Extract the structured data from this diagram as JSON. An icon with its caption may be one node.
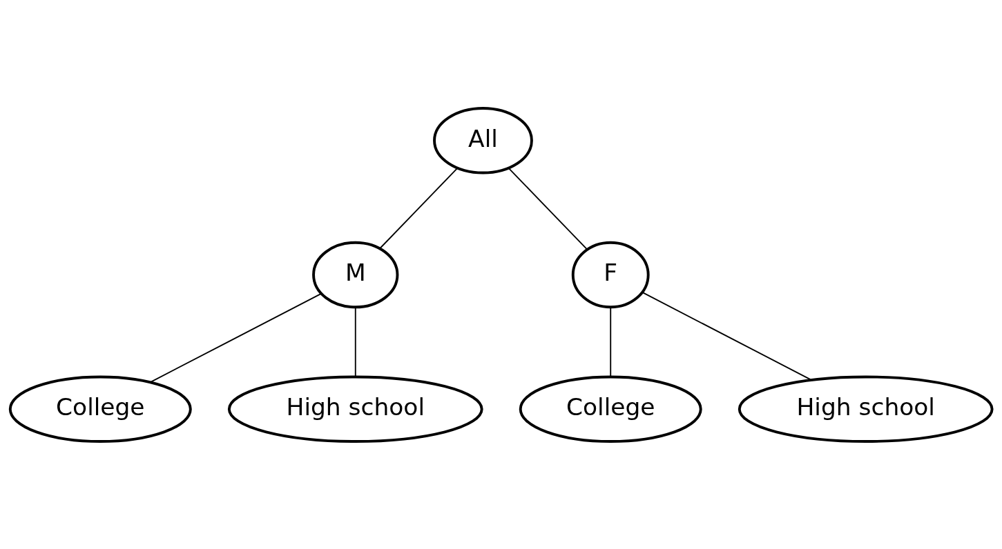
{
  "diagram": {
    "nodes": [
      {
        "text": [
          "All"
        ]
      },
      {
        "text": [
          "M"
        ]
      },
      {
        "text": [
          "F"
        ]
      },
      {
        "text": [
          "College"
        ]
      },
      {
        "text": [
          "High school"
        ]
      },
      {
        "text": [
          "College"
        ]
      },
      {
        "text": [
          "High school"
        ]
      }
    ],
    "edges": [
      {
        "from": 0,
        "to": 1,
        "arrow": "none"
      },
      {
        "from": 0,
        "to": 2,
        "arrow": "none"
      },
      {
        "from": 1,
        "to": 3,
        "arrow": "none"
      },
      {
        "from": 1,
        "to": 4,
        "arrow": "none"
      },
      {
        "from": 2,
        "to": 5,
        "arrow": "none"
      },
      {
        "from": 2,
        "to": 6,
        "arrow": "none"
      }
    ]
  }
}
